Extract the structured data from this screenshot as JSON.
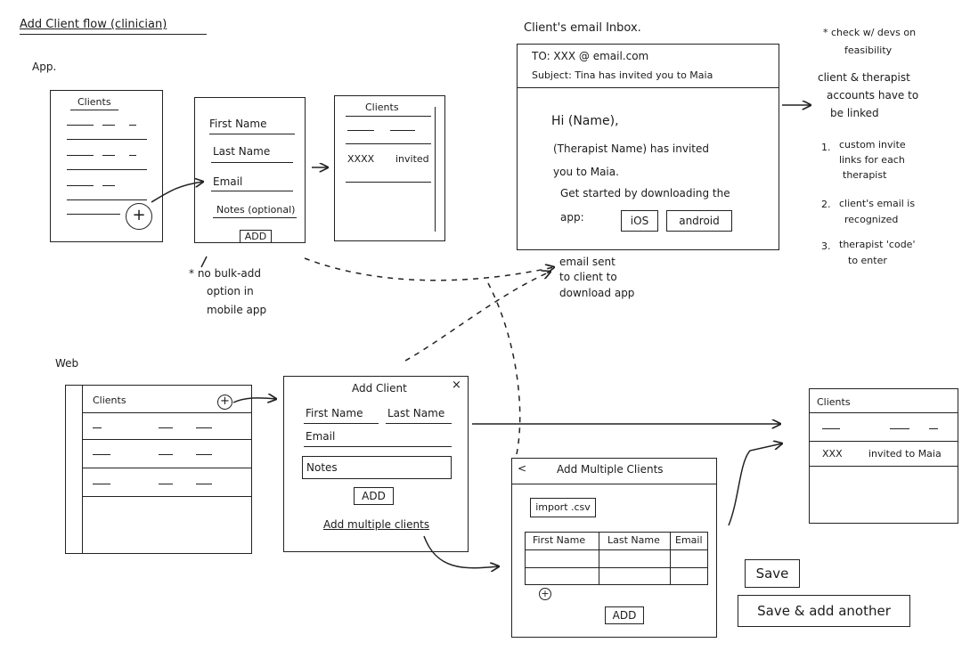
{
  "title": "Add Client flow (clinician)",
  "sections": {
    "app": "App.",
    "web": "Web"
  },
  "app": {
    "clients_list": {
      "header": "Clients",
      "plus": "+"
    },
    "add_form": {
      "first_name": "First Name",
      "last_name": "Last Name",
      "email": "Email",
      "notes": "Notes (optional)",
      "add_btn": "ADD"
    },
    "result_list": {
      "header": "Clients",
      "row_name": "XXXX",
      "row_status": "invited"
    },
    "note": [
      "* no bulk-add",
      "option in",
      "mobile app"
    ]
  },
  "email": {
    "heading": "Client's email Inbox.",
    "to": "TO: XXX @ email.com",
    "subject": "Subject: Tina has invited you to Maia",
    "greeting": "Hi (Name),",
    "body1": "(Therapist Name) has invited",
    "body2": "you to Maia.",
    "body3": "Get started by downloading the",
    "body4": "app:",
    "btn_ios": "iOS",
    "btn_android": "android"
  },
  "email_sent": [
    "email sent",
    "to client to",
    "download app"
  ],
  "notes_right": {
    "lines": [
      "* check w/ devs on",
      "feasibility",
      "client & therapist",
      "accounts have to",
      "be linked"
    ],
    "list": [
      {
        "num": "1.",
        "lines": [
          "custom invite",
          "links for each",
          "therapist"
        ]
      },
      {
        "num": "2.",
        "lines": [
          "client's email is",
          "recognized"
        ]
      },
      {
        "num": "3.",
        "lines": [
          "therapist 'code'",
          "to enter"
        ]
      }
    ]
  },
  "web": {
    "clients_list": {
      "header": "Clients",
      "plus": "+"
    },
    "add_dialog": {
      "title": "Add Client",
      "close": "×",
      "first_name": "First Name",
      "last_name": "Last Name",
      "email": "Email",
      "notes": "Notes",
      "add_btn": "ADD",
      "multi_link": "Add multiple clients"
    },
    "multi_dialog": {
      "back": "<",
      "title": "Add Multiple Clients",
      "import_btn": "import .csv",
      "columns": [
        "First Name",
        "Last Name",
        "Email"
      ],
      "plus": "+",
      "add_btn": "ADD"
    },
    "result_list": {
      "header": "Clients",
      "row_name": "XXX",
      "row_status": "invited to Maia"
    },
    "save_btn": "Save",
    "save_add_btn": "Save & add another"
  }
}
